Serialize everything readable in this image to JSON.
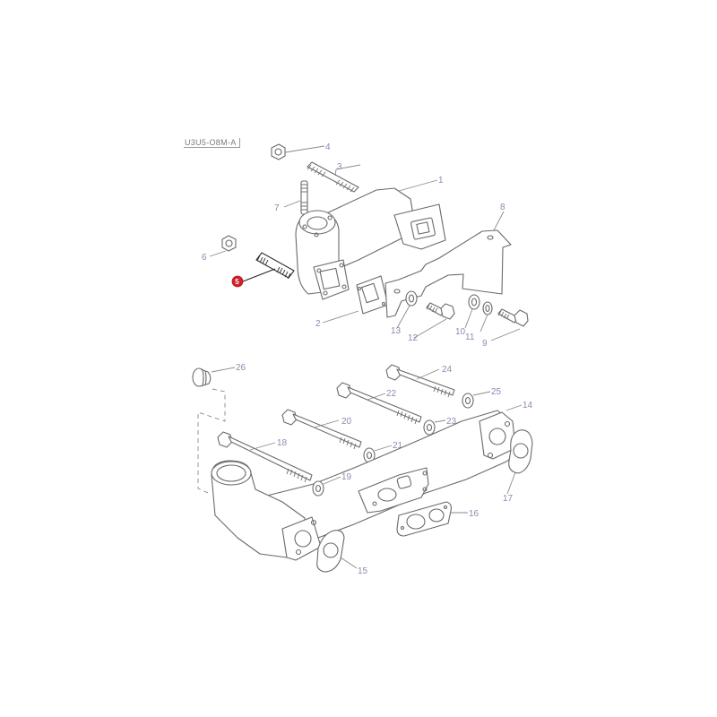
{
  "diagram": {
    "reference_code": "U3U5-O8M-A",
    "highlight_color": "#d0202a",
    "highlighted_part": "5",
    "upper_assembly": {
      "parts": [
        {
          "id": "1",
          "label": "1",
          "name": "exhaust-manifold-upper"
        },
        {
          "id": "2",
          "label": "2",
          "name": "gasket"
        },
        {
          "id": "3",
          "label": "3",
          "name": "long-stud"
        },
        {
          "id": "4",
          "label": "4",
          "name": "nut"
        },
        {
          "id": "5",
          "label": "5",
          "name": "stud"
        },
        {
          "id": "6",
          "label": "6",
          "name": "nut"
        },
        {
          "id": "7",
          "label": "7",
          "name": "short-stud"
        },
        {
          "id": "8",
          "label": "8",
          "name": "heat-shield-bracket"
        },
        {
          "id": "9",
          "label": "9",
          "name": "bolt"
        },
        {
          "id": "10",
          "label": "10",
          "name": "washer"
        },
        {
          "id": "11",
          "label": "11",
          "name": "lock-washer"
        },
        {
          "id": "12",
          "label": "12",
          "name": "bolt"
        },
        {
          "id": "13",
          "label": "13",
          "name": "washer"
        }
      ]
    },
    "lower_assembly": {
      "parts": [
        {
          "id": "14",
          "label": "14",
          "name": "exhaust-manifold-lower"
        },
        {
          "id": "15",
          "label": "15",
          "name": "gasket-round"
        },
        {
          "id": "16",
          "label": "16",
          "name": "gasket-double-port"
        },
        {
          "id": "17",
          "label": "17",
          "name": "gasket-round"
        },
        {
          "id": "18",
          "label": "18",
          "name": "bolt"
        },
        {
          "id": "19",
          "label": "19",
          "name": "lock-washer"
        },
        {
          "id": "20",
          "label": "20",
          "name": "bolt"
        },
        {
          "id": "21",
          "label": "21",
          "name": "lock-washer"
        },
        {
          "id": "22",
          "label": "22",
          "name": "bolt"
        },
        {
          "id": "23",
          "label": "23",
          "name": "lock-washer"
        },
        {
          "id": "24",
          "label": "24",
          "name": "bolt"
        },
        {
          "id": "25",
          "label": "25",
          "name": "lock-washer"
        },
        {
          "id": "26",
          "label": "26",
          "name": "plug"
        }
      ]
    }
  }
}
